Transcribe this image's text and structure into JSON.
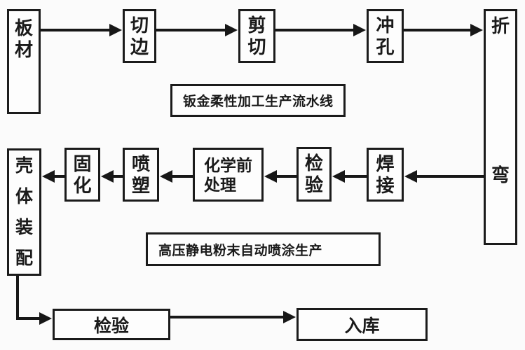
{
  "diagram": {
    "background": "#fbfbfb",
    "box_fill": "#fdfdfd",
    "line_color": "#171717",
    "nodes": {
      "sheet_material": {
        "label": "板材"
      },
      "edge_trimming": {
        "label": "切边"
      },
      "shearing": {
        "label": "剪切"
      },
      "punching": {
        "label": "冲孔"
      },
      "bending": {
        "label": "折弯",
        "chars": [
          "折",
          "弯"
        ]
      },
      "welding": {
        "label": "焊接"
      },
      "inspection_1": {
        "label": "检验"
      },
      "chemical_pretreatment": {
        "label": "化学前处理",
        "lines": [
          "化学前",
          "处理"
        ]
      },
      "powder_spraying": {
        "label": "喷塑"
      },
      "curing": {
        "label": "固化"
      },
      "shell_assembly": {
        "label": "壳体装配"
      },
      "inspection_2": {
        "label": "检验"
      },
      "warehousing": {
        "label": "入库"
      }
    },
    "banners": {
      "sheet_metal_line": "钣金柔性加工生产流水线",
      "powder_coating_line": "高压静电粉末自动喷涂生产"
    },
    "edges": [
      {
        "from": "板材",
        "to": "切边"
      },
      {
        "from": "切边",
        "to": "剪切"
      },
      {
        "from": "剪切",
        "to": "冲孔"
      },
      {
        "from": "冲孔",
        "to": "折弯"
      },
      {
        "from": "折弯",
        "to": "焊接"
      },
      {
        "from": "焊接",
        "to": "检验"
      },
      {
        "from": "检验",
        "to": "化学前处理"
      },
      {
        "from": "化学前处理",
        "to": "喷塑"
      },
      {
        "from": "喷塑",
        "to": "固化"
      },
      {
        "from": "固化",
        "to": "壳体装配"
      },
      {
        "from": "壳体装配",
        "to": "检验"
      },
      {
        "from": "检验",
        "to": "入库"
      }
    ]
  }
}
